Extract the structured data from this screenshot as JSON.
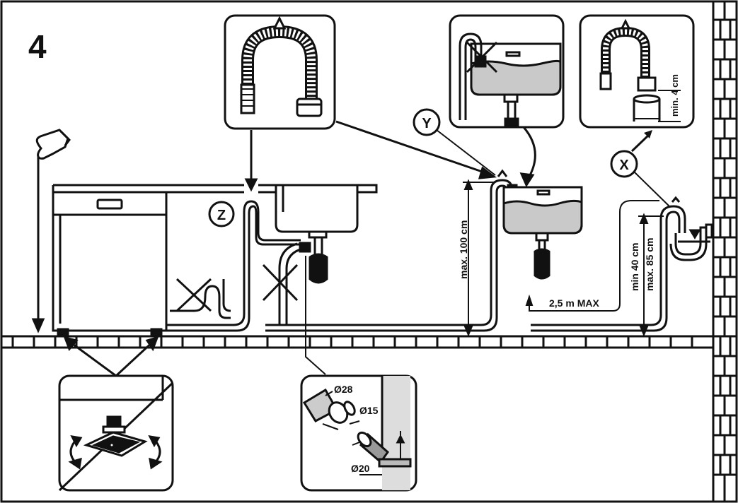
{
  "step": "4",
  "callouts": {
    "z": "Z",
    "y": "Y",
    "x": "X"
  },
  "measurements": {
    "max_height": "max. 100 cm",
    "min_gap": "min. 4 cm",
    "min_height": "min 40 cm",
    "max_height_85": "max. 85 cm",
    "hose_length": "2,5 m MAX",
    "diameter_28": "Ø28",
    "diameter_15": "Ø15",
    "diameter_20": "Ø20"
  },
  "colors": {
    "line": "#111111",
    "water": "#c9c9c9",
    "panel_border": "#222222"
  }
}
